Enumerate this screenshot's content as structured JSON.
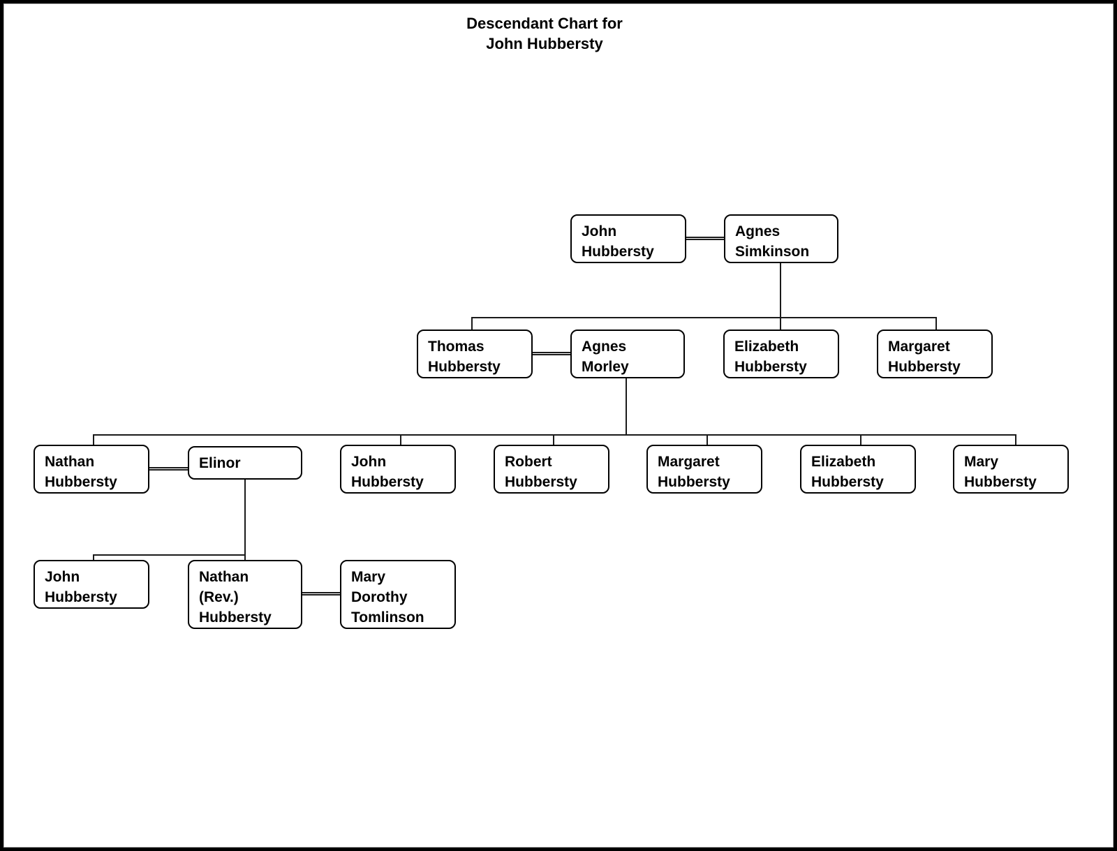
{
  "chart_data": {
    "type": "diagram",
    "diagram_kind": "genealogy-descendant-chart",
    "title": "Descendant Chart for\nJohn Hubbersty",
    "root": "John Hubbersty",
    "generations": 4,
    "colors": {
      "line": "#1a1a1a",
      "box_border": "#000000",
      "background": "#ffffff",
      "frame": "#000000",
      "text": "#000000"
    },
    "people": [
      {
        "id": "p1",
        "name": "John Hubbersty",
        "generation": 1,
        "lines": 2
      },
      {
        "id": "p2",
        "name": "Agnes Simkinson",
        "generation": 1,
        "lines": 2,
        "spouse_of": "p1"
      },
      {
        "id": "p3",
        "name": "Thomas Hubbersty",
        "generation": 2,
        "lines": 2,
        "child_of": "p1"
      },
      {
        "id": "p4",
        "name": "Agnes Morley",
        "generation": 2,
        "lines": 2,
        "spouse_of": "p3"
      },
      {
        "id": "p5",
        "name": "Elizabeth Hubbersty",
        "generation": 2,
        "lines": 2,
        "child_of": "p1"
      },
      {
        "id": "p6",
        "name": "Margaret Hubbersty",
        "generation": 2,
        "lines": 2,
        "child_of": "p1"
      },
      {
        "id": "p7",
        "name": "Nathan Hubbersty",
        "generation": 3,
        "lines": 2,
        "child_of": "p3"
      },
      {
        "id": "p8",
        "name": "Elinor",
        "generation": 3,
        "lines": 1,
        "spouse_of": "p7"
      },
      {
        "id": "p9",
        "name": "John Hubbersty",
        "generation": 3,
        "lines": 2,
        "child_of": "p3"
      },
      {
        "id": "p10",
        "name": "Robert Hubbersty",
        "generation": 3,
        "lines": 2,
        "child_of": "p3"
      },
      {
        "id": "p11",
        "name": "Margaret Hubbersty",
        "generation": 3,
        "lines": 2,
        "child_of": "p3"
      },
      {
        "id": "p12",
        "name": "Elizabeth Hubbersty",
        "generation": 3,
        "lines": 2,
        "child_of": "p3"
      },
      {
        "id": "p13",
        "name": "Mary Hubbersty",
        "generation": 3,
        "lines": 2,
        "child_of": "p3"
      },
      {
        "id": "p14",
        "name": "John Hubbersty",
        "generation": 4,
        "lines": 2,
        "child_of": "p7"
      },
      {
        "id": "p15",
        "name": "Nathan (Rev.) Hubbersty",
        "generation": 4,
        "lines": 3,
        "child_of": "p7"
      },
      {
        "id": "p16",
        "name": "Mary Dorothy Tomlinson",
        "generation": 4,
        "lines": 3,
        "spouse_of": "p15"
      }
    ],
    "marriages": [
      [
        "John Hubbersty",
        "Agnes Simkinson"
      ],
      [
        "Thomas Hubbersty",
        "Agnes Morley"
      ],
      [
        "Nathan Hubbersty",
        "Elinor"
      ],
      [
        "Nathan (Rev.) Hubbersty",
        "Mary Dorothy Tomlinson"
      ]
    ]
  },
  "title": "Descendant Chart for\nJohn Hubbersty",
  "nodes": {
    "john_hubbersty_1": "John\nHubbersty",
    "agnes_simkinson": "Agnes\nSimkinson",
    "thomas_hubbersty": "Thomas\nHubbersty",
    "agnes_morley": "Agnes\nMorley",
    "elizabeth_hubbersty_g2": "Elizabeth\nHubbersty",
    "margaret_hubbersty_g2": "Margaret\nHubbersty",
    "nathan_hubbersty": "Nathan\nHubbersty",
    "elinor": "Elinor",
    "john_hubbersty_g3": "John\nHubbersty",
    "robert_hubbersty": "Robert\nHubbersty",
    "margaret_hubbersty_g3": "Margaret\nHubbersty",
    "elizabeth_hubbersty_g3": "Elizabeth\nHubbersty",
    "mary_hubbersty": "Mary\nHubbersty",
    "john_hubbersty_g4": "John\nHubbersty",
    "nathan_rev_hubbersty": "Nathan\n(Rev.)\nHubbersty",
    "mary_dorothy_tomlinson": "Mary\nDorothy\nTomlinson"
  }
}
